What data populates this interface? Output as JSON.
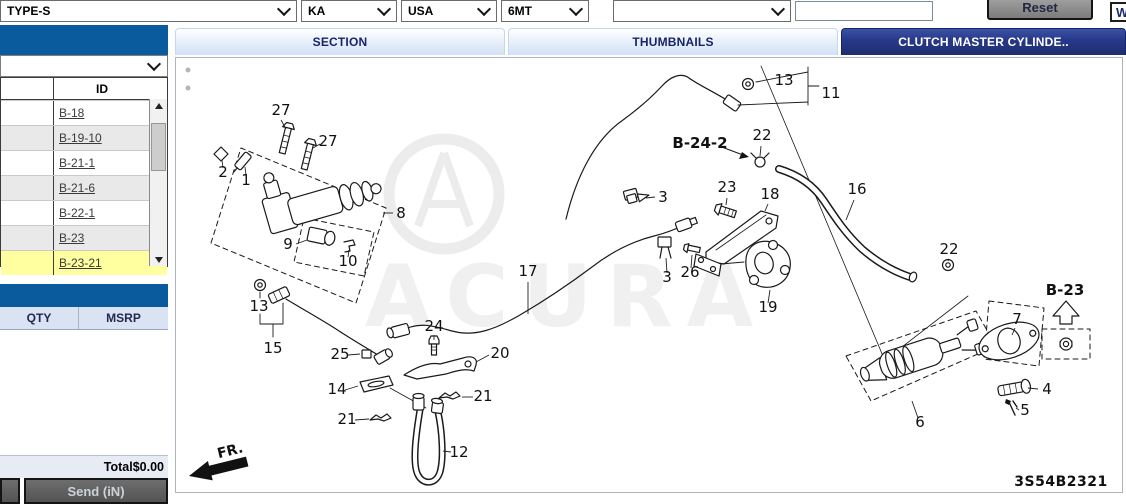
{
  "toolbar": {
    "selects": [
      "TYPE-S",
      "KA",
      "USA",
      "6MT",
      ""
    ],
    "search_value": "",
    "reset_label": "Reset",
    "partial_label": "W"
  },
  "tabs": [
    {
      "label": "SECTION",
      "active": false
    },
    {
      "label": "THUMBNAILS",
      "active": false
    },
    {
      "label": "CLUTCH MASTER CYLINDE..",
      "active": true
    }
  ],
  "sidebar": {
    "id_header": "ID",
    "rows": [
      {
        "id": "B-18",
        "highlight": false
      },
      {
        "id": "B-19-10",
        "highlight": false
      },
      {
        "id": "B-21-1",
        "highlight": false
      },
      {
        "id": "B-21-6",
        "highlight": false
      },
      {
        "id": "B-22-1",
        "highlight": false
      },
      {
        "id": "B-23",
        "highlight": false
      },
      {
        "id": "B-23-21",
        "highlight": true
      }
    ],
    "qty_header": "QTY",
    "msrp_header": "MSRP",
    "total_label": "Total",
    "total_value": "$0.00",
    "send_label": "Send (iN)"
  },
  "diagram": {
    "watermark": "ACURA",
    "drawing_code": "3S54B2321",
    "fr_label": "FR.",
    "callouts": [
      "27",
      "27",
      "2",
      "1",
      "8",
      "9",
      "10",
      "13",
      "11",
      "22",
      "B-24-2",
      "3",
      "23",
      "18",
      "16",
      "3",
      "26",
      "19",
      "22",
      "17",
      "13",
      "15",
      "25",
      "24",
      "20",
      "14",
      "21",
      "21",
      "12",
      "7",
      "B-23",
      "4",
      "5",
      "6"
    ]
  },
  "colors": {
    "sidebar_blue": "#0a5a9e",
    "active_tab_navy": "#1d2d6e",
    "inactive_tab_blue": "#d2e1f6",
    "highlight_yellow": "#ffffa0",
    "button_gray": "#5c5c5c",
    "line_art_black": "#1a1a1a"
  }
}
